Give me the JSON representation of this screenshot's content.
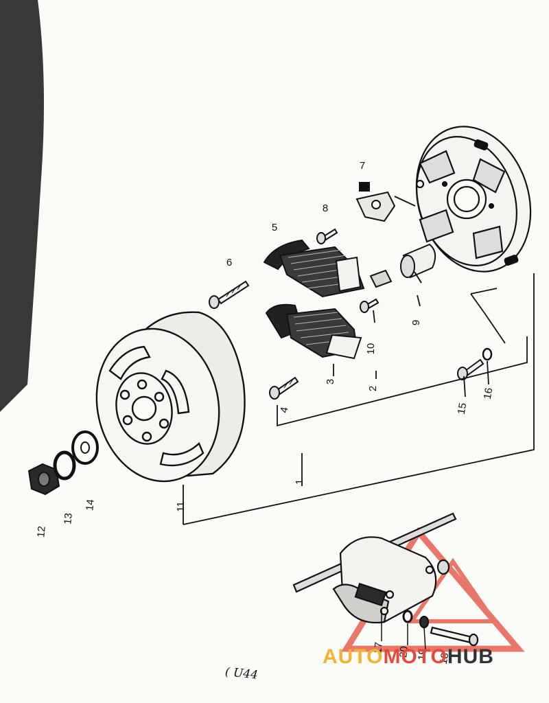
{
  "diagram": {
    "part_numbers": [
      {
        "id": "p1",
        "label": "1"
      },
      {
        "id": "p2",
        "label": "2"
      },
      {
        "id": "p3",
        "label": "3"
      },
      {
        "id": "p4",
        "label": "4"
      },
      {
        "id": "p5",
        "label": "5"
      },
      {
        "id": "p6",
        "label": "6"
      },
      {
        "id": "p7",
        "label": "7"
      },
      {
        "id": "p8",
        "label": "8"
      },
      {
        "id": "p9",
        "label": "9"
      },
      {
        "id": "p10",
        "label": "10"
      },
      {
        "id": "p11",
        "label": "11"
      },
      {
        "id": "p12",
        "label": "12"
      },
      {
        "id": "p13",
        "label": "13"
      },
      {
        "id": "p14",
        "label": "14"
      },
      {
        "id": "p15",
        "label": "15"
      },
      {
        "id": "p16",
        "label": "16"
      },
      {
        "id": "p17",
        "label": "17"
      },
      {
        "id": "p18",
        "label": "18"
      },
      {
        "id": "p19",
        "label": "19"
      },
      {
        "id": "p20",
        "label": "20"
      }
    ],
    "figure_code": "( U44"
  },
  "watermark": {
    "part1": "AUTO",
    "part2": "MOTO",
    "part3": "HUB",
    "colors": {
      "auto": "#f2b233",
      "moto": "#e24b3c",
      "hub": "#333333",
      "triangle": "#e24b3c"
    }
  },
  "colors": {
    "ink": "#111111",
    "paper": "#fbfbf8"
  }
}
